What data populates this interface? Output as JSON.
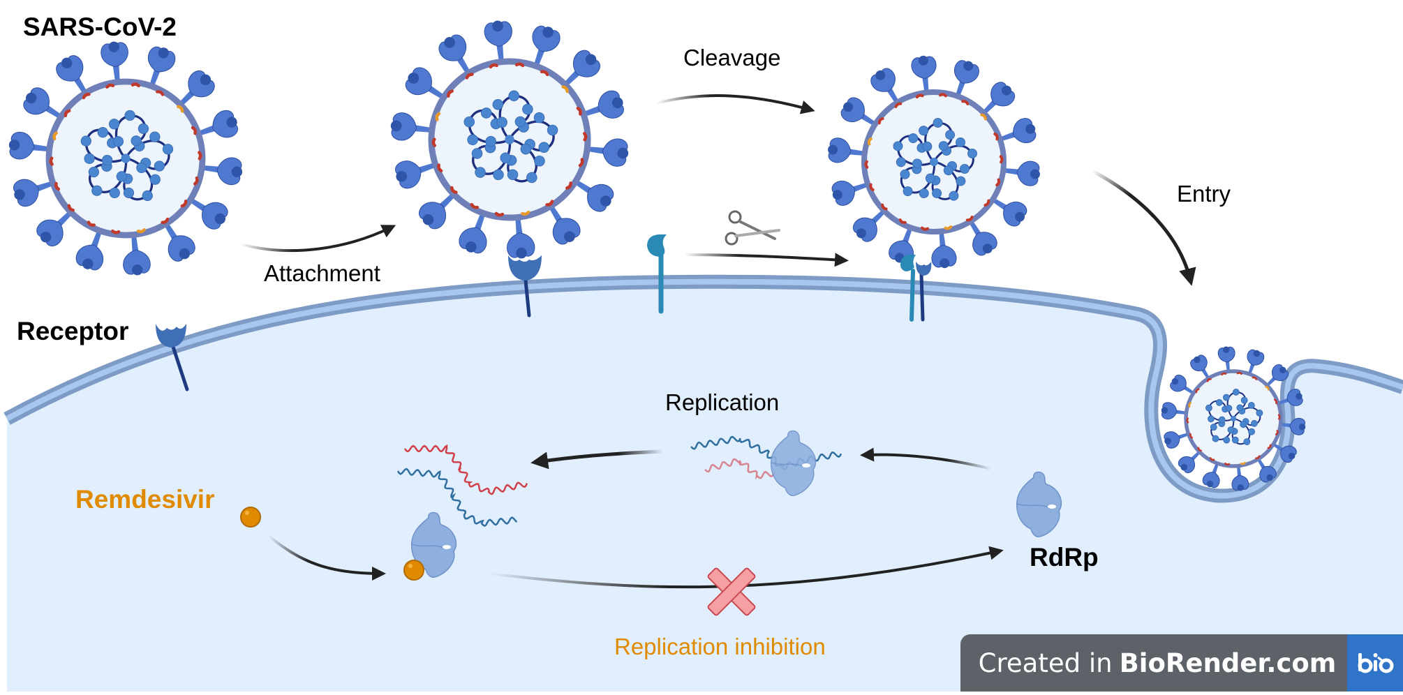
{
  "figure": {
    "title": "SARS-CoV-2",
    "credit": {
      "prefix": "Created in",
      "brand": "BioRender.com",
      "logo_icon": "biorender-logo-icon",
      "colors": {
        "badge_bg": "#5D6168",
        "logo_bg": "#2F74C8"
      }
    }
  },
  "labels": {
    "attachment": "Attachment",
    "cleavage": "Cleavage",
    "entry": "Entry",
    "receptor": "Receptor",
    "replication": "Replication",
    "remdesivir": "Remdesivir",
    "rdrp": "RdRp",
    "replication_inhibition": "Replication inhibition"
  },
  "icons": {
    "virus": "coronavirus-icon",
    "receptor": "receptor-icon",
    "protease": "protease-icon",
    "scissors": "scissors-icon",
    "rna": "rna-strand-icon",
    "polymerase": "rdrp-enzyme-icon",
    "drug": "drug-molecule-icon",
    "block": "inhibition-cross-icon"
  },
  "colors": {
    "cytoplasm": "#E1EEFD",
    "membrane_outer": "#7D9BC4",
    "membrane_inner": "#A9C7EE",
    "spike": "#4F78D0",
    "spike_dark": "#2E55A8",
    "envelope": "#6F80B8",
    "envelope_protein": "#C0392B",
    "membrane_protein": "#E79A2A",
    "rna_dark": "#1E2F80",
    "nucleocapsid": "#4A86CF",
    "receptor": "#3F6FB5",
    "protease": "#2A8AB5",
    "rna_blue": "#2F6FA0",
    "rna_red": "#D0404A",
    "rdrp": "#8FB0DE",
    "drug": "#E08A00",
    "highlight": "#E08A00",
    "inhibit_fill": "#F6A0A3",
    "inhibit_stroke": "#C9464F",
    "arrow": "#222222"
  }
}
